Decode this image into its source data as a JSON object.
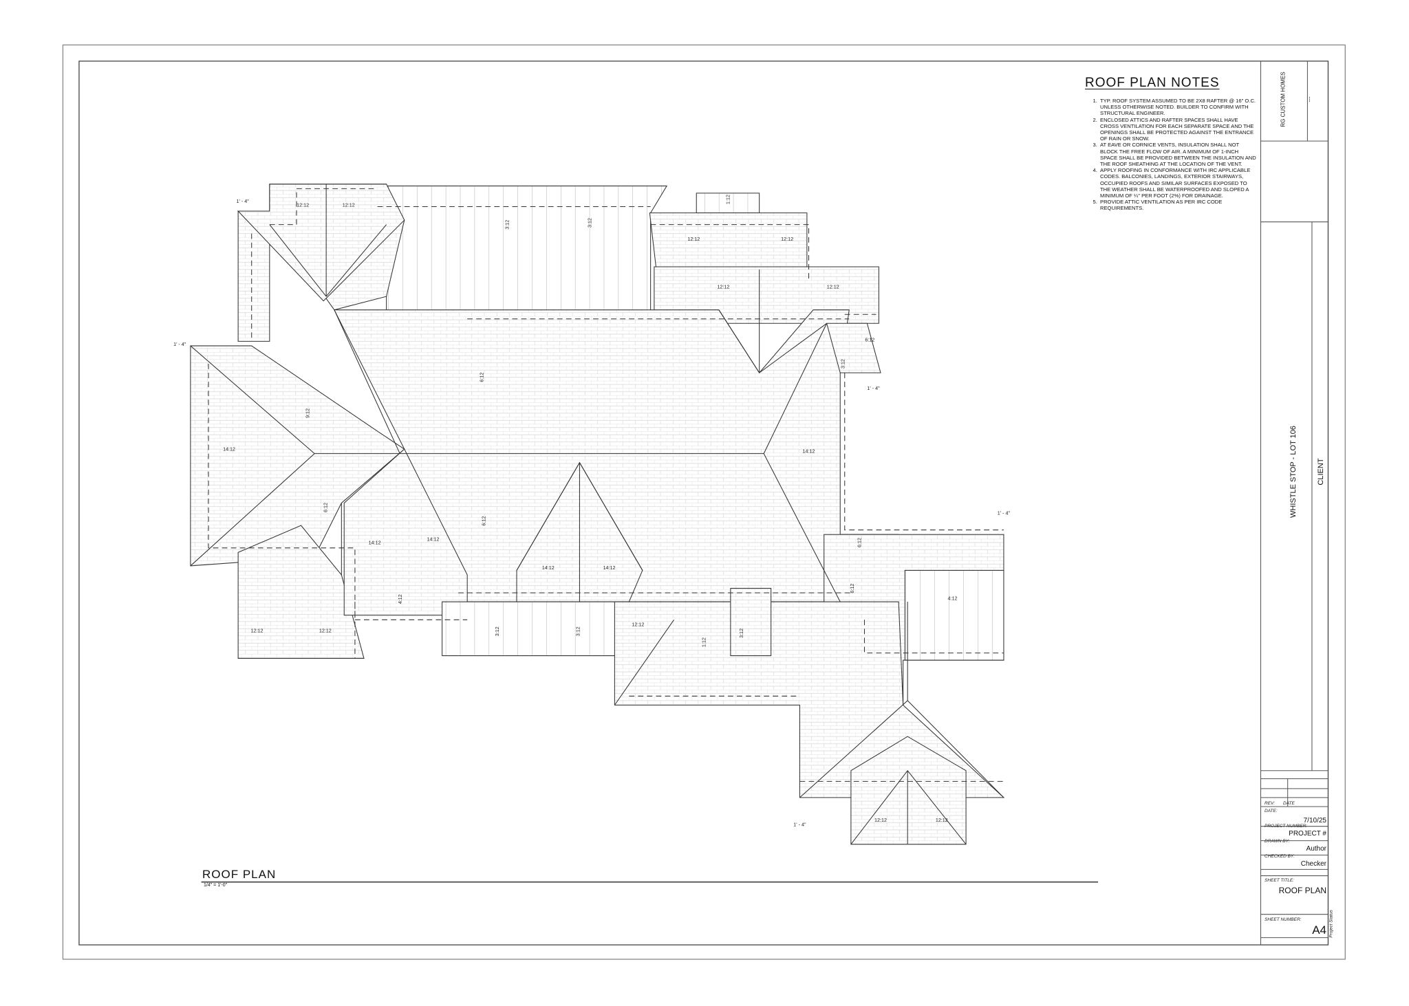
{
  "notes": {
    "title": "ROOF PLAN NOTES",
    "items": [
      "TYP. ROOF SYSTEM ASSUMED TO BE 2X8 RAFTER @ 16\" O.C. UNLESS OTHERWISE NOTED. BUILDER TO CONFIRM WITH STRUCTURAL ENGINEER.",
      "ENCLOSED ATTICS AND RAFTER SPACES SHALL HAVE CROSS VENTILATION FOR EACH SEPARATE SPACE AND THE OPENINGS SHALL BE PROTECTED AGAINST THE ENTRANCE OF RAIN OR SNOW.",
      "AT EAVE OR CORNICE VENTS, INSULATION SHALL NOT BLOCK THE FREE FLOW OF AIR. A MINIMUM OF 1-INCH SPACE SHALL BE PROVIDED BETWEEN THE INSULATION AND THE ROOF SHEATHING AT THE LOCATION OF THE VENT.",
      "APPLY ROOFING IN CONFORMANCE WITH IRC APPLICABLE CODES. BALCONIES, LANDINGS, EXTERIOR STAIRWAYS, OCCUPIED ROOFS AND SIMILAR SURFACES EXPOSED TO THE WEATHER SHALL BE WATERPROOFED AND SLOPED A MINIMUM OF ¼\" PER FOOT (2%) FOR DRAINAGE.",
      "PROVIDE ATTIC VENTILATION AS PER IRC CODE REQUIREMENTS."
    ]
  },
  "drawing": {
    "title": "ROOF PLAN",
    "scale": "1/4\" = 1'-0\"",
    "dimension": "1' - 4\"",
    "slopes": [
      "12:12",
      "12:12",
      "3:12",
      "3:12",
      "1:12",
      "12:12",
      "12:12",
      "12:12",
      "12:12",
      "6:12",
      "3:12",
      "6:12",
      "9:12",
      "14:12",
      "14:12",
      "6:12",
      "14:12",
      "14:12",
      "6:12",
      "14:12",
      "14:12",
      "6:12",
      "4:12",
      "6:12",
      "4:12",
      "12:12",
      "12:12",
      "3:12",
      "3:12",
      "12:12",
      "1:12",
      "3:12",
      "12:12",
      "12:12"
    ]
  },
  "title_block": {
    "company": "RG CUSTOM HOMES",
    "company_sub": "---",
    "project_name": "WHISTLE STOP - LOT 106",
    "client": "CLIENT",
    "rev_label": "REV:",
    "date_col_label": "DATE",
    "date_label": "DATE:",
    "date": "7/10/25",
    "project_number_label": "PROJECT NUMBER:",
    "project_number": "PROJECT #",
    "drawn_by_label": "DRAWN BY:",
    "drawn_by": "Author",
    "checked_by_label": "CHECKED BY:",
    "checked_by": "Checker",
    "sheet_title_label": "SHEET TITLE:",
    "sheet_title": "ROOF PLAN",
    "sheet_number_label": "SHEET NUMBER:",
    "sheet_number": "A4",
    "status": "Project Status"
  }
}
